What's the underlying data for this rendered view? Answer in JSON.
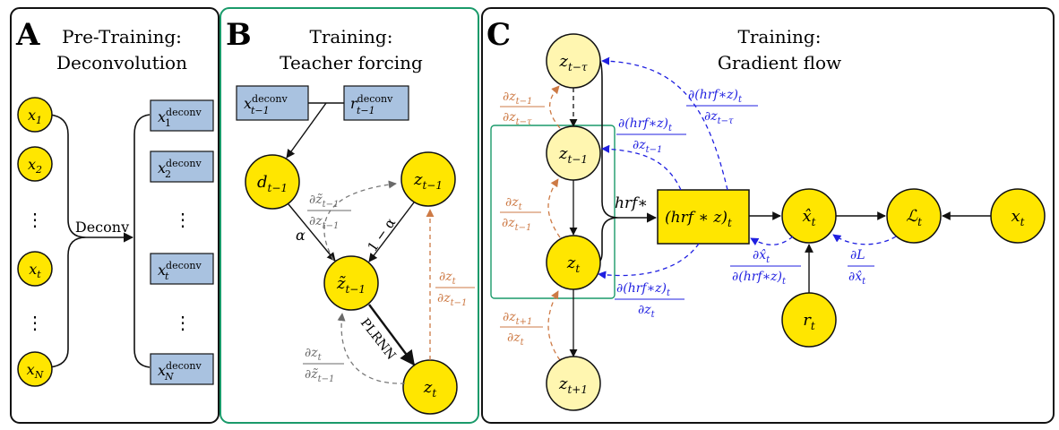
{
  "colors": {
    "node_fill": "#ffe600",
    "node_light": "#fff6b0",
    "node_stroke": "#111111",
    "box_fill": "#a9c2e0",
    "green": "#1a9a6a",
    "orange": "#cd7a45",
    "blue": "#1f1fe0",
    "gray": "#7a7a7a"
  },
  "panel_a": {
    "letter": "A",
    "title_line1": "Pre-Training:",
    "title_line2": "Deconvolution",
    "merge_label": "Deconv",
    "nodes": [
      {
        "base": "x",
        "sub": "1"
      },
      {
        "base": "x",
        "sub": "2"
      },
      {
        "base": "x",
        "sub": "t"
      },
      {
        "base": "x",
        "sub": "N"
      }
    ],
    "outputs": [
      {
        "base": "x",
        "sup": "deconv",
        "sub": "1"
      },
      {
        "base": "x",
        "sup": "deconv",
        "sub": "2"
      },
      {
        "base": "x",
        "sup": "deconv",
        "sub": "t"
      },
      {
        "base": "x",
        "sup": "deconv",
        "sub": "N"
      }
    ],
    "dots": "⋮"
  },
  "panel_b": {
    "letter": "B",
    "title_line1": "Training:",
    "title_line2": "Teacher forcing",
    "box_x": {
      "base": "x",
      "sup": "deconv",
      "sub": "t−1"
    },
    "box_r": {
      "base": "r",
      "sup": "deconv",
      "sub": "t−1"
    },
    "node_d": {
      "base": "d",
      "sub": "t−1"
    },
    "node_zprev": {
      "base": "z",
      "sub": "t−1"
    },
    "node_ztilde": {
      "base": "z̃",
      "sub": "t−1"
    },
    "node_zt": {
      "base": "z",
      "sub": "t"
    },
    "label_alpha": "α",
    "label_one_minus_alpha": "1 − α",
    "label_plrnn": "PLRNN",
    "grad_tilde_num": "∂z̃",
    "grad_tilde_num_sub": "t−1",
    "grad_tilde_den": "∂z",
    "grad_tilde_den_sub": "t−1",
    "grad_zt_num": "∂z",
    "grad_zt_num_sub": "t",
    "grad_zt_den": "∂z̃",
    "grad_zt_den_sub": "t−1",
    "grad_right_num": "∂z",
    "grad_right_num_sub": "t",
    "grad_right_den": "∂z",
    "grad_right_den_sub": "t−1"
  },
  "panel_c": {
    "letter": "C",
    "title_line1": "Training:",
    "title_line2": "Gradient flow",
    "node_ztau": {
      "base": "z",
      "sub": "t−τ"
    },
    "node_zprev": {
      "base": "z",
      "sub": "t−1"
    },
    "node_zt": {
      "base": "z",
      "sub": "t"
    },
    "node_znext": {
      "base": "z",
      "sub": "t+1"
    },
    "label_hrf": "hrf∗",
    "box_conv": "(hrf ∗ z)",
    "box_conv_sub": "t",
    "node_xhat": {
      "base": "x̂",
      "sub": "t"
    },
    "node_loss": {
      "base": "ℒ",
      "sub": "t"
    },
    "node_x": {
      "base": "x",
      "sub": "t"
    },
    "node_r": {
      "base": "r",
      "sub": "t"
    },
    "grad_o1": {
      "num": "∂z",
      "num_sub": "t−1",
      "den": "∂z",
      "den_sub": "t−τ"
    },
    "grad_o2": {
      "num": "∂z",
      "num_sub": "t",
      "den": "∂z",
      "den_sub": "t−1"
    },
    "grad_o3": {
      "num": "∂z",
      "num_sub": "t+1",
      "den": "∂z",
      "den_sub": "t"
    },
    "grad_b1": {
      "num": "∂(hrf∗z)",
      "num_sub": "t",
      "den": "∂z",
      "den_sub": "t−τ"
    },
    "grad_b2": {
      "num": "∂(hrf∗z)",
      "num_sub": "t",
      "den": "∂z",
      "den_sub": "t−1"
    },
    "grad_b3": {
      "num": "∂(hrf∗z)",
      "num_sub": "t",
      "den": "∂z",
      "den_sub": "t"
    },
    "grad_b4": {
      "num": "∂x̂",
      "num_sub": "t",
      "den": "∂(hrf∗z)",
      "den_sub": "t"
    },
    "grad_b5": {
      "num": "∂L",
      "num_sub": "",
      "den": "∂x̂",
      "den_sub": "t"
    }
  }
}
